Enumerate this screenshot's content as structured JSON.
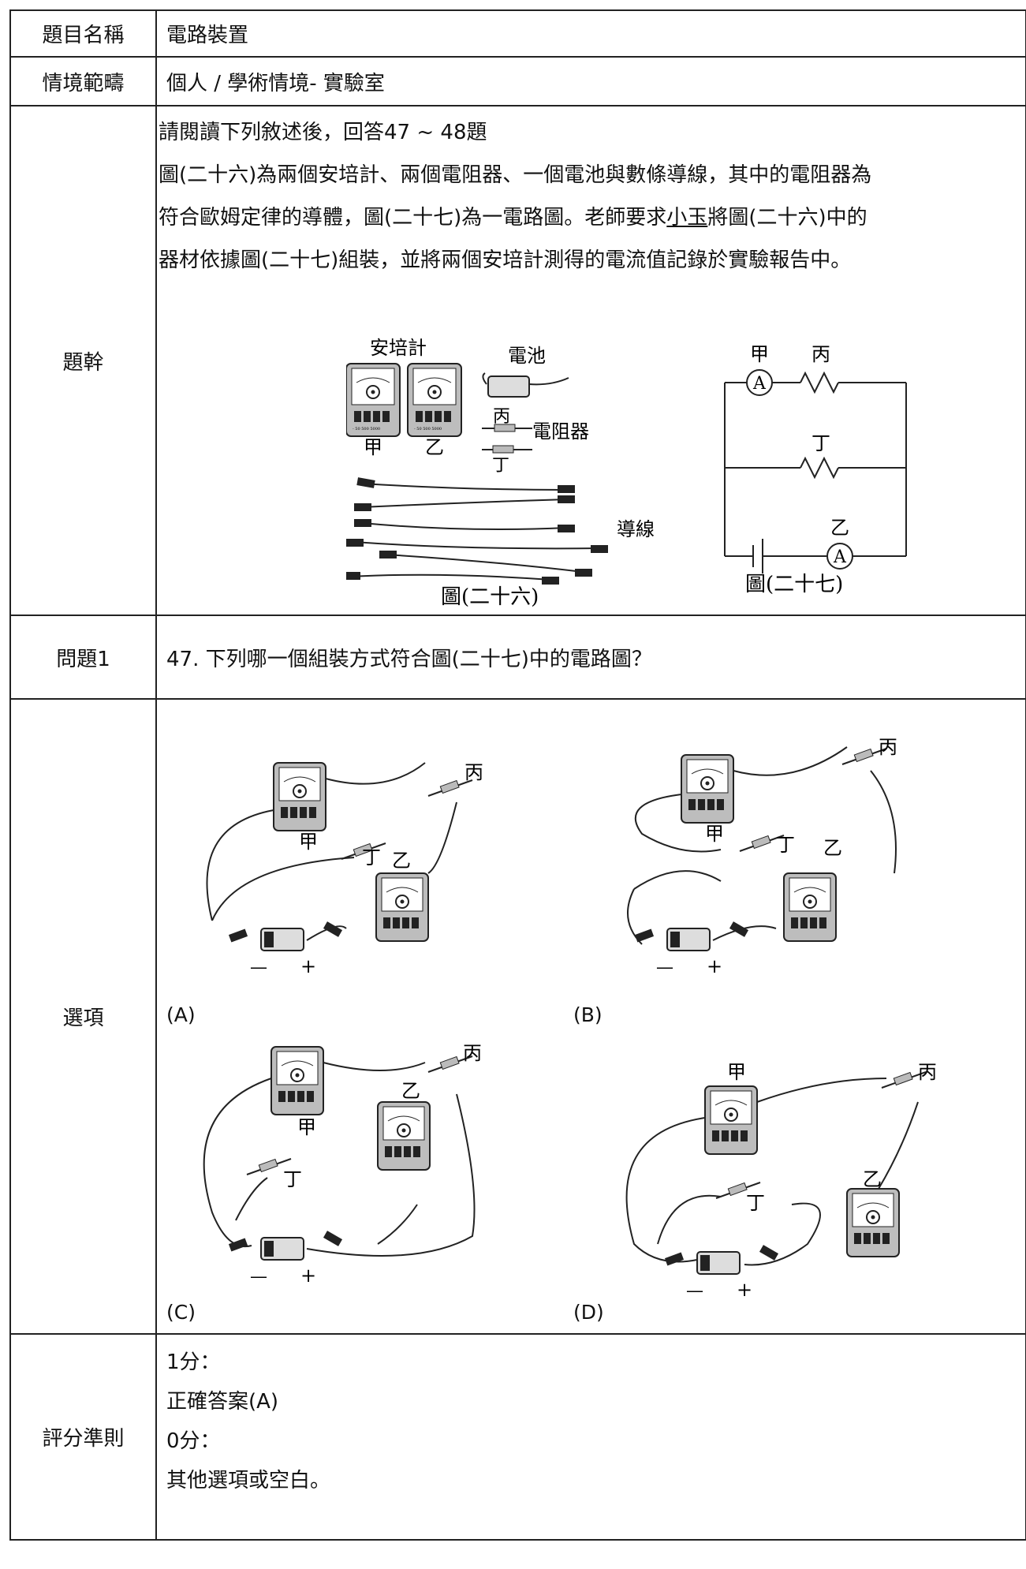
{
  "rows": {
    "title": {
      "label": "題目名稱",
      "value": "電路裝置"
    },
    "context": {
      "label": "情境範疇",
      "value": "個人 / 學術情境- 實驗室"
    },
    "stem": {
      "label": "題幹",
      "line1": "請閱讀下列敘述後，回答47 ~ 48題",
      "line2": "圖(二十六)為兩個安培計、兩個電阻器、一個電池與數條導線，其中的電阻器為",
      "line3a": "符合歐姆定律的導體，圖(二十七)為一電路圖。老師要求",
      "line3u": "小玉",
      "line3b": "將圖(二十六)中的",
      "line4": "器材依據圖(二十七)組裝，並將兩個安培計測得的電流值記錄於實驗報告中。"
    },
    "question": {
      "label": "問題1",
      "value": "47. 下列哪一個組裝方式符合圖(二十七)中的電路圖？"
    },
    "options": {
      "label": "選項"
    },
    "scoring": {
      "label": "評分準則",
      "l1": "1分：",
      "l2": "正確答案(A)",
      "l3": "0分：",
      "l4": "其他選項或空白。"
    }
  },
  "fig26": {
    "ammeters_label": "安培計",
    "battery_label": "電池",
    "resistors_label": "電阻器",
    "wires_label": "導線",
    "a1": "甲",
    "a2": "乙",
    "r1": "丙",
    "r2": "丁",
    "caption": "圖(二十六)",
    "scale": "- 50 500 5000"
  },
  "fig27": {
    "a1": "甲",
    "r1": "丙",
    "r2": "丁",
    "a2": "乙",
    "meter": "A",
    "caption": "圖(二十七)"
  },
  "options": {
    "A": {
      "label": "(A)"
    },
    "B": {
      "label": "(B)"
    },
    "C": {
      "label": "(C)"
    },
    "D": {
      "label": "(D)"
    },
    "a1": "甲",
    "a2": "乙",
    "r1": "丙",
    "r2": "丁",
    "minus": "—",
    "plus": "+"
  }
}
